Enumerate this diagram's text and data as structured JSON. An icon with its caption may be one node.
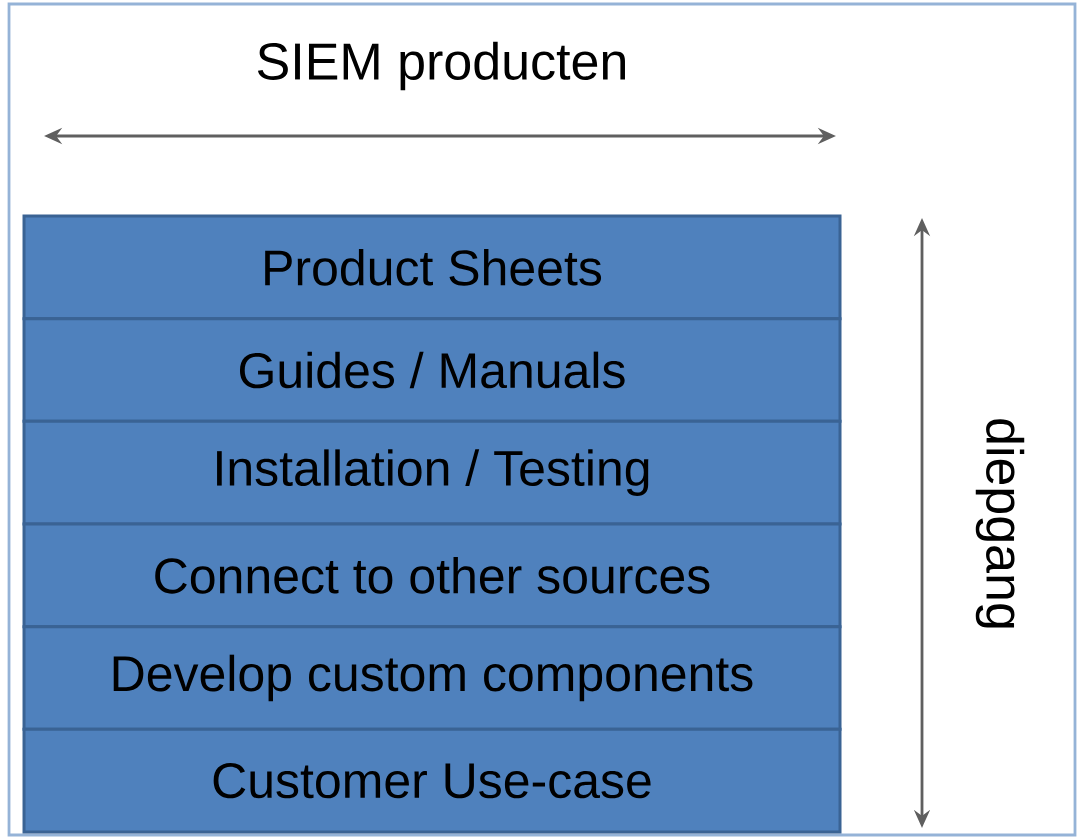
{
  "diagram": {
    "nodes": [
      {
        "text": [
          "Product Sheets"
        ]
      },
      {
        "text": [
          "Guides / Manuals"
        ]
      },
      {
        "text": [
          "Installation / Testing"
        ]
      },
      {
        "text": [
          "Connect to other sources"
        ]
      },
      {
        "text": [
          "Develop custom components"
        ]
      },
      {
        "text": [
          "Customer Use-case"
        ]
      }
    ],
    "labels": [
      "SIEM producten",
      "diepgang"
    ]
  }
}
